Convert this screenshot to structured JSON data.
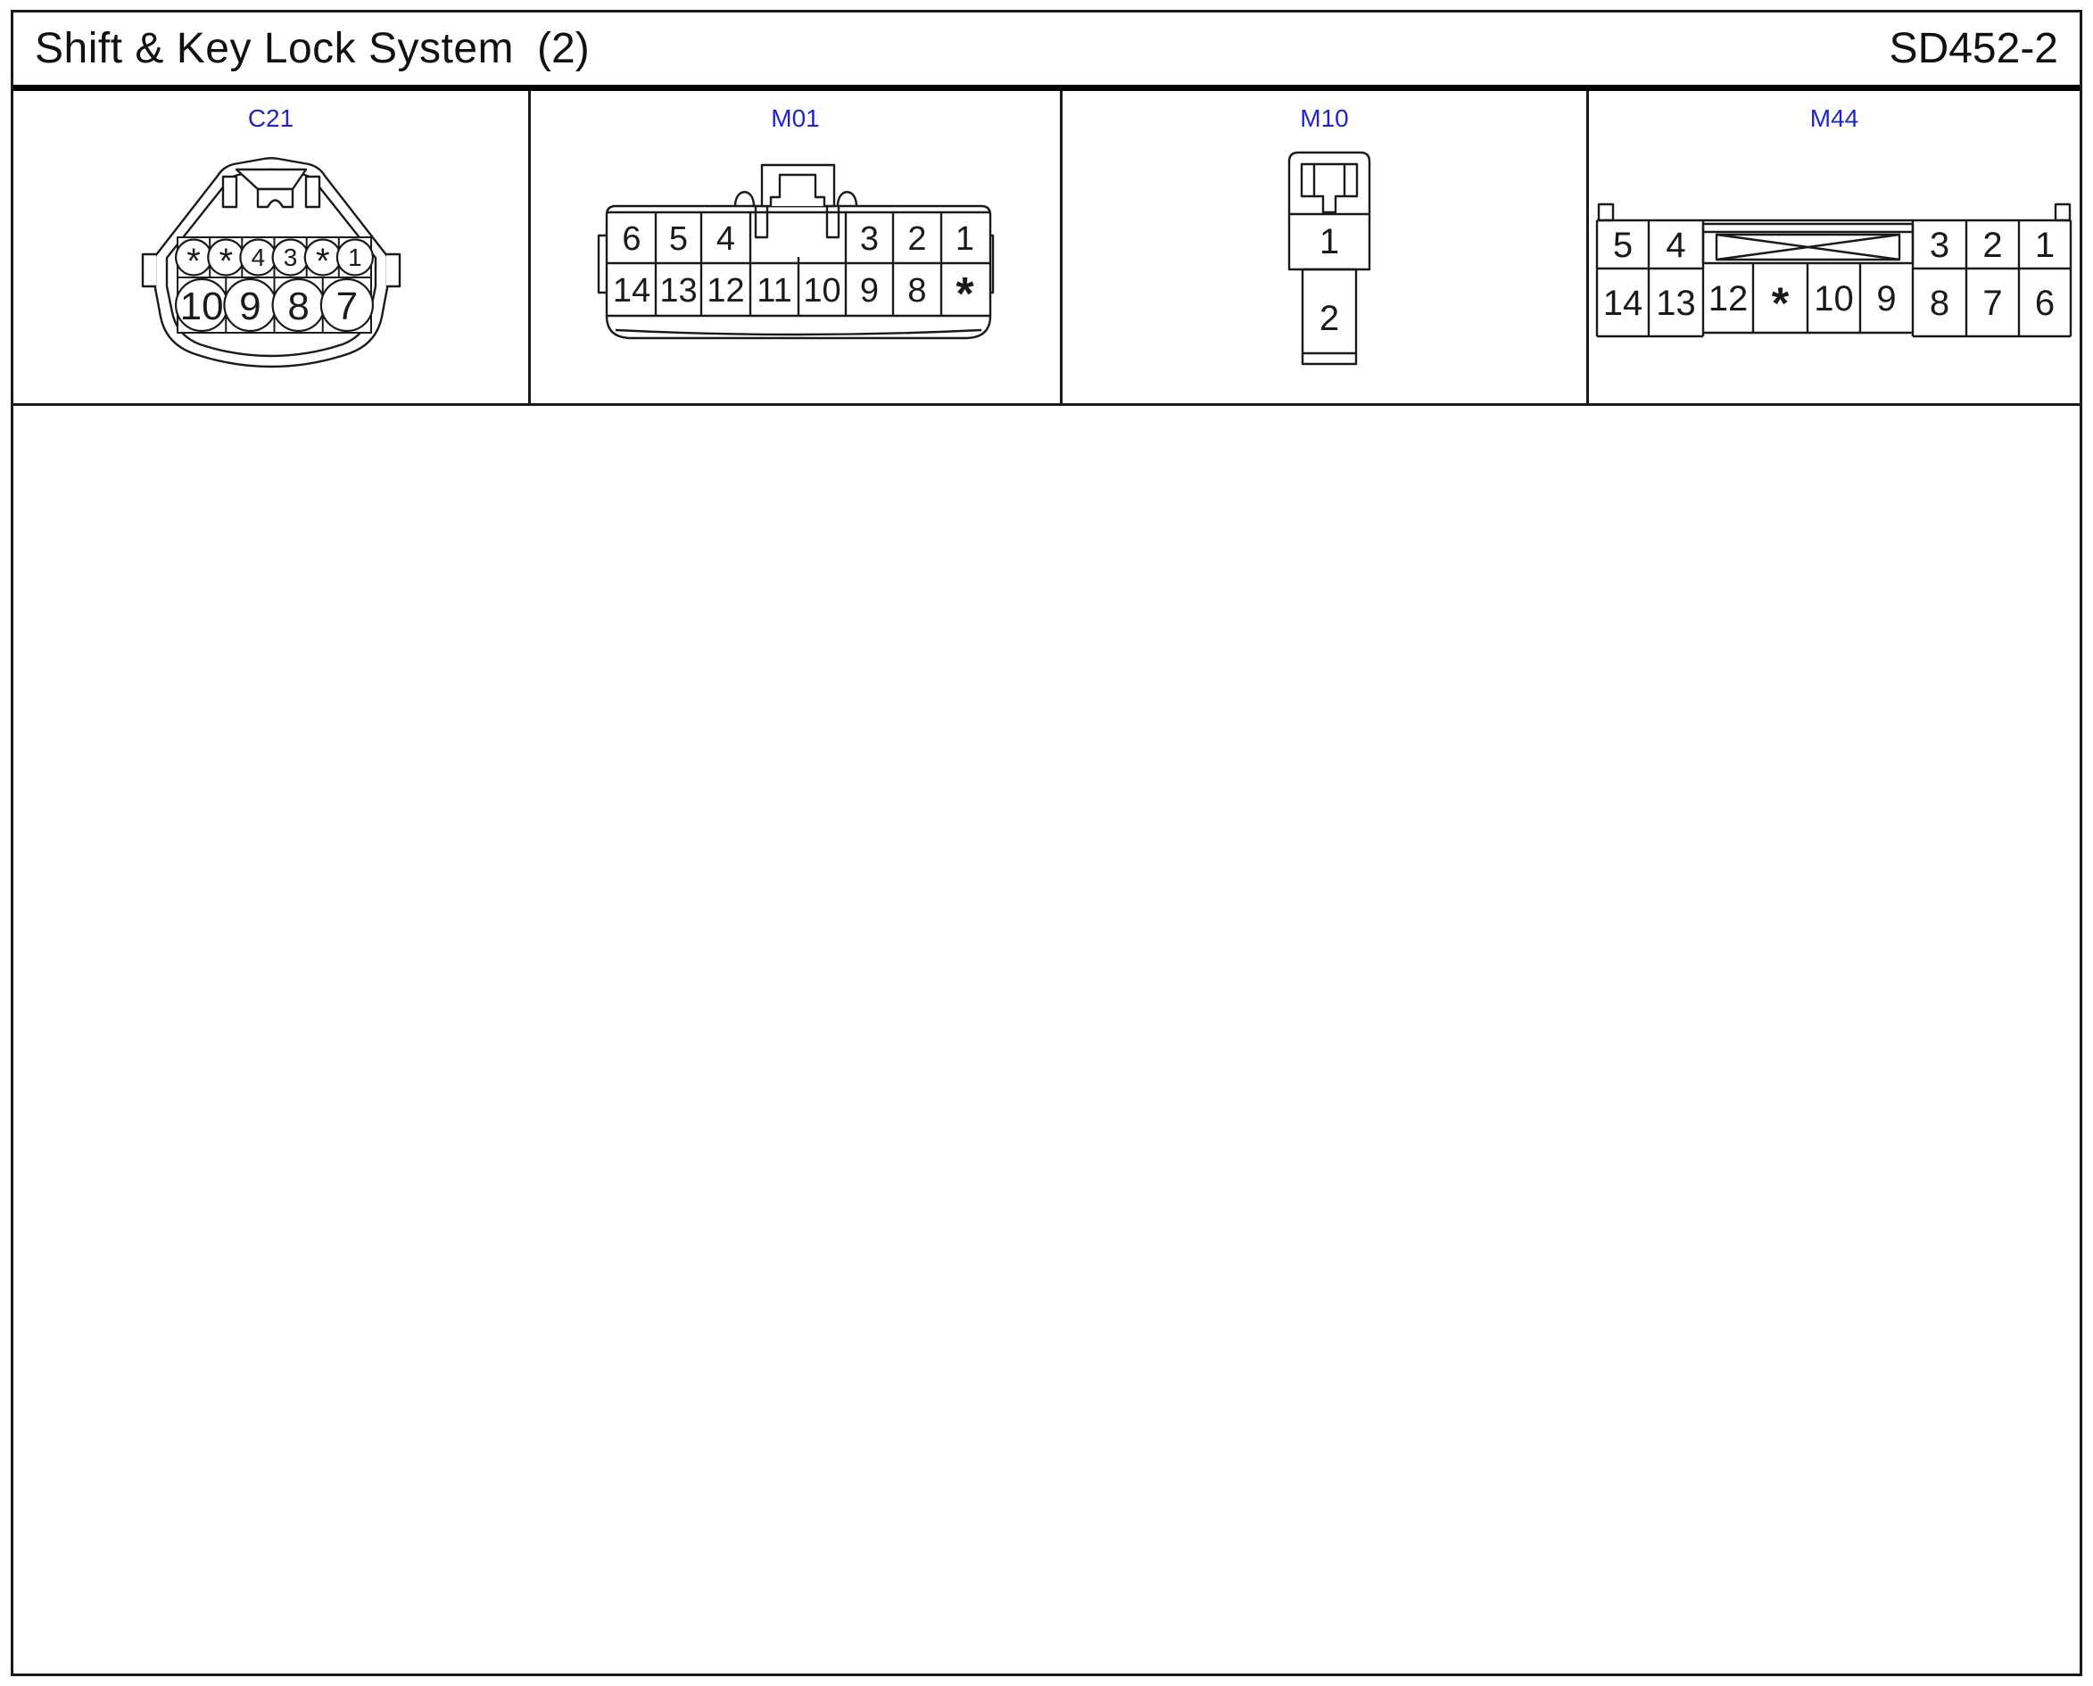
{
  "header": {
    "title": "Shift & Key Lock System",
    "page_number": "(2)",
    "code": "SD452-2"
  },
  "connectors": {
    "c21": {
      "label": "C21",
      "row1": [
        "*",
        "*",
        "4",
        "3",
        "*",
        "1"
      ],
      "row2": [
        "10",
        "9",
        "8",
        "7"
      ]
    },
    "m01": {
      "label": "M01",
      "row1_left": [
        "6",
        "5",
        "4"
      ],
      "row1_right": [
        "3",
        "2",
        "1"
      ],
      "row2": [
        "14",
        "13",
        "12",
        "11",
        "10",
        "9",
        "8",
        "*"
      ]
    },
    "m10": {
      "label": "M10",
      "pins": [
        "1",
        "2"
      ]
    },
    "m44": {
      "label": "M44",
      "row1_left": [
        "5",
        "4"
      ],
      "row1_right": [
        "3",
        "2",
        "1"
      ],
      "row2": [
        "14",
        "13",
        "12",
        "*",
        "10",
        "9",
        "8",
        "7",
        "6"
      ]
    }
  },
  "colors": {
    "line": "#1a1a1a",
    "label_blue": "#2323cc"
  }
}
